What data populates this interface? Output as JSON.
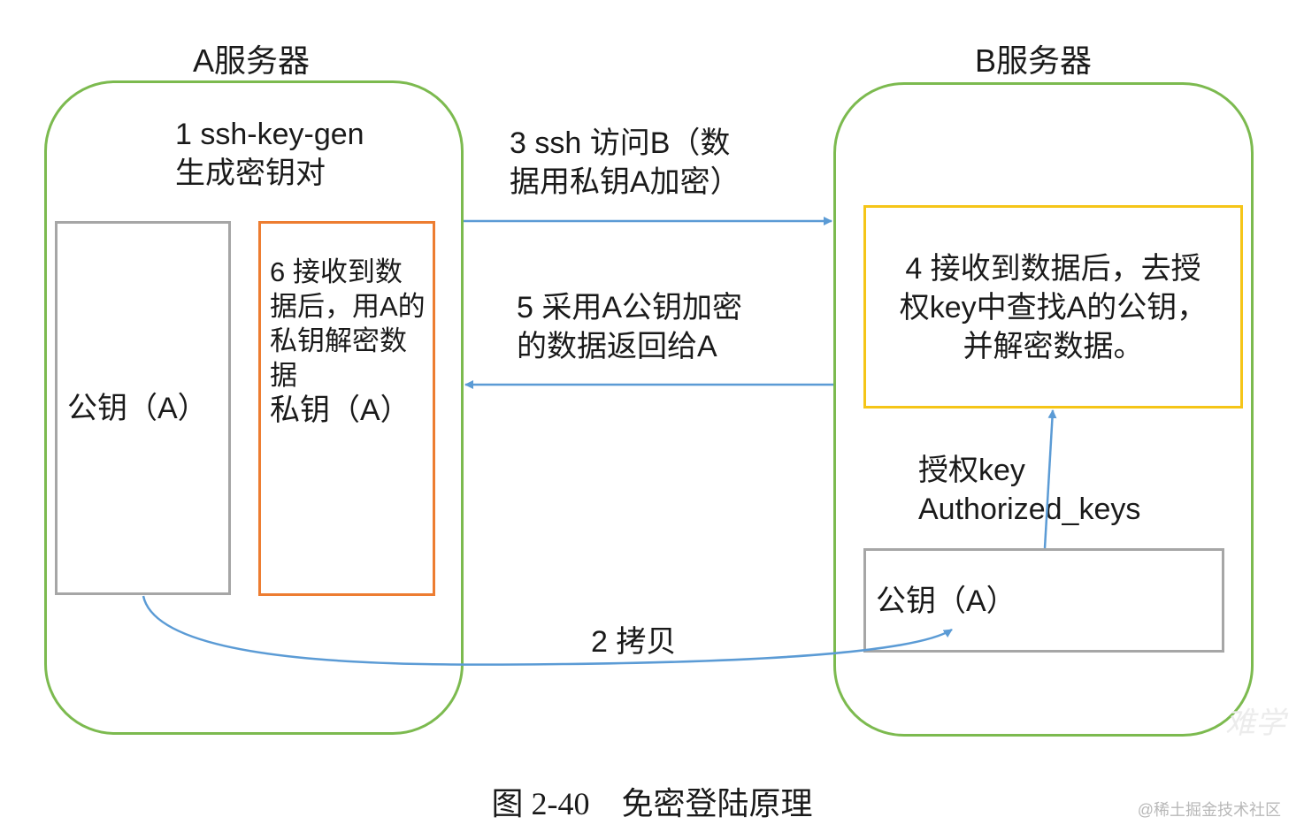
{
  "server_a": {
    "title": "A服务器",
    "step1": "1 ssh-key-gen\n生成密钥对",
    "public_key": "公钥（A）",
    "step6": "6 接收到数\n据后，用A的\n私钥解密数\n据",
    "private_key": "私钥（A）"
  },
  "server_b": {
    "title": "B服务器",
    "step4": "4 接收到数据后，去授\n权key中查找A的公钥，\n并解密数据。",
    "authorized_keys": "授权key\nAuthorized_keys",
    "public_key": "公钥（A）"
  },
  "arrows": {
    "step3": "3 ssh 访问B（数\n据用私钥A加密）",
    "step5": "5 采用A公钥加密\n的数据返回给A",
    "step2": "2 拷贝"
  },
  "caption": "图 2-40    免密登陆原理",
  "watermark": "@稀土掘金技术社区",
  "faint_mark": "难学",
  "colors": {
    "server_border": "#7cba4f",
    "arrow": "#5b9bd5",
    "public_key_box": "#a6a6a6",
    "private_key_box": "#ed7d31",
    "step4_box": "#f5c518"
  }
}
